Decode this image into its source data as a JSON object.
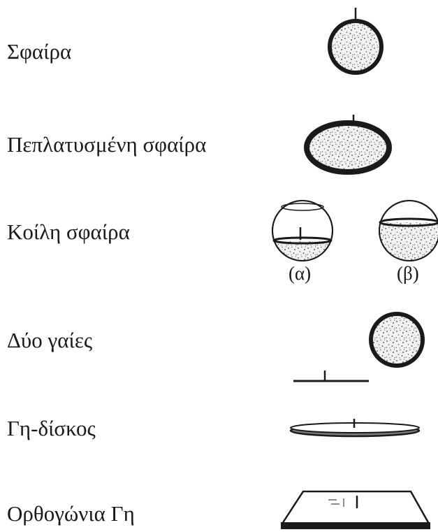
{
  "models": [
    {
      "id": "sphere",
      "label": "Σφαίρα"
    },
    {
      "id": "flattened-sphere",
      "label": "Πεπλατυσμένη σφαίρα"
    },
    {
      "id": "hollow-sphere",
      "label": "Κοίλη σφαίρα",
      "variants": [
        "(α)",
        "(β)"
      ]
    },
    {
      "id": "dual-earth",
      "label": "Δύο γαίες"
    },
    {
      "id": "disc-earth",
      "label": "Γη-δίσκος"
    },
    {
      "id": "rectangular-earth",
      "label": "Ορθογώνια Γη"
    }
  ],
  "colors": {
    "ink": "#1a1a1a",
    "stipple": "#555555",
    "fill": "#ffffff"
  }
}
